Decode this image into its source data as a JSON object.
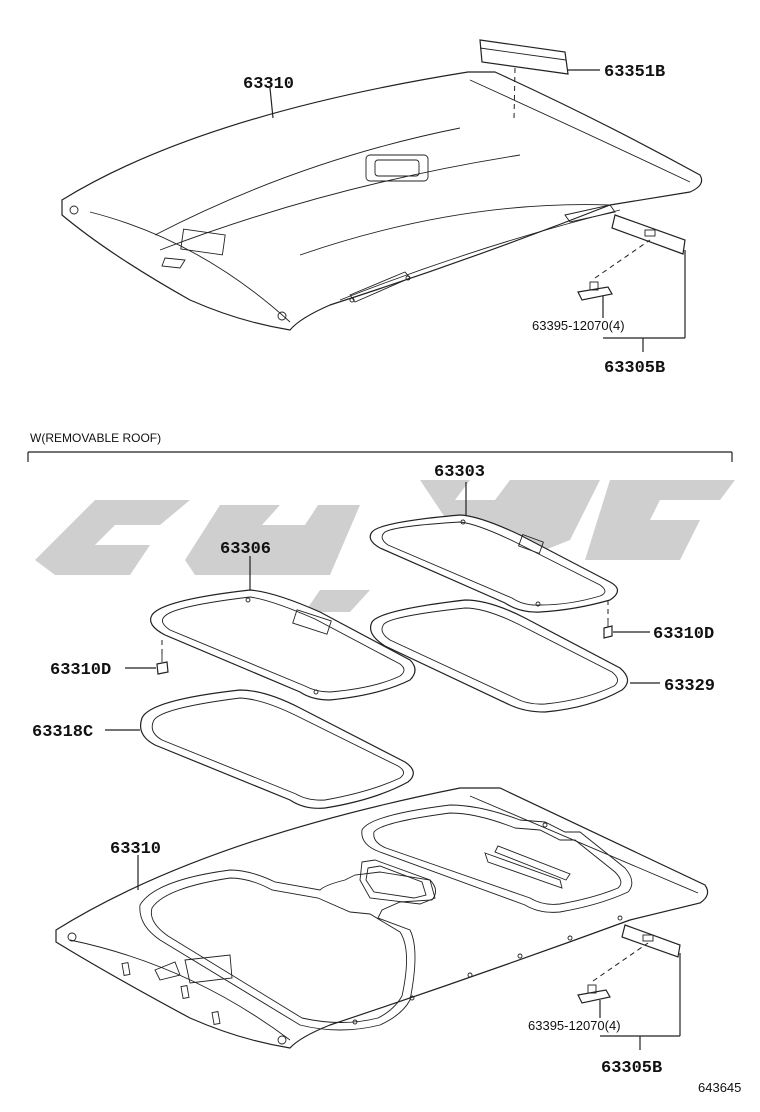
{
  "labels": {
    "top_headlining": "63310",
    "top_pad": "63351B",
    "top_clip_qty": "63395-12070(4)",
    "top_clip_set": "63305B",
    "section_title": "W(REMOVABLE ROOF)",
    "frame_right": "63303",
    "frame_left": "63306",
    "screw_left": "63310D",
    "screw_right": "63310D",
    "seal_right": "63329",
    "seal_left": "63318C",
    "bottom_headlining": "63310",
    "bottom_clip_qty": "63395-12070(4)",
    "bottom_clip_set": "63305B",
    "diagram_code": "643645"
  },
  "colors": {
    "line": "#222222",
    "watermark": "#cfcfcf"
  }
}
